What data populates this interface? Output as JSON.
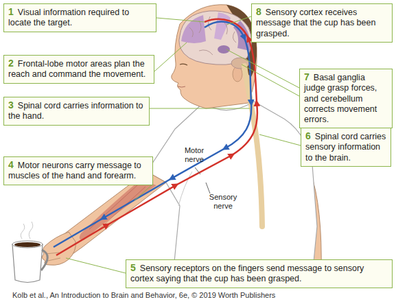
{
  "diagram": {
    "caption": "Kolb et al., An Introduction to Brain and Behavior, 6e, © 2019 Worth Publishers",
    "nodes": [
      {
        "text": [
          "1",
          "Visual information required to locate the target."
        ]
      },
      {
        "text": [
          "2",
          "Frontal-lobe motor areas plan the reach and command the movement."
        ]
      },
      {
        "text": [
          "3",
          "Spinal cord carries information to the hand."
        ]
      },
      {
        "text": [
          "4",
          "Motor neurons carry message to muscles of the hand and forearm."
        ]
      },
      {
        "text": [
          "5",
          "Sensory receptors on the fingers send message to sensory cortex saying that the cup has been grasped."
        ]
      },
      {
        "text": [
          "6",
          "Spinal cord carries sensory information to the brain."
        ]
      },
      {
        "text": [
          "7",
          "Basal ganglia judge grasp forces, and cerebellum corrects movement errors."
        ]
      },
      {
        "text": [
          "8",
          "Sensory cortex receives message that the cup has been grasped."
        ]
      }
    ],
    "labels": [
      "Motor nerve",
      "Sensory nerve"
    ]
  }
}
